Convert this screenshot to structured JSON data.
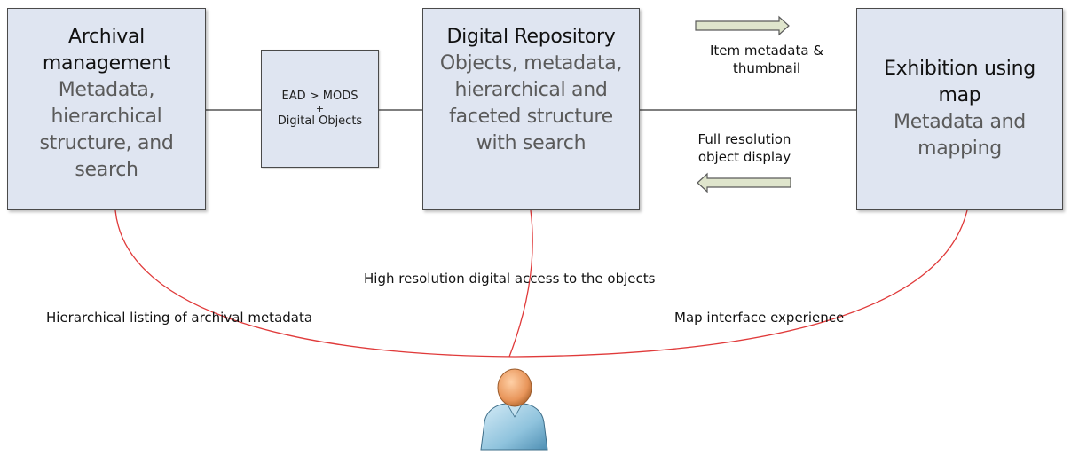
{
  "diagram": {
    "boxes": {
      "archival": {
        "title": "Archival management",
        "body": "Metadata, hierarchical structure, and search"
      },
      "ead": {
        "line1": "EAD > MODS",
        "plus": "+",
        "line2": "Digital Objects"
      },
      "repository": {
        "title": "Digital Repository",
        "body": "Objects, metadata, hierarchical and faceted structure with search"
      },
      "exhibition": {
        "title": "Exhibition using map",
        "body": "Metadata and mapping"
      }
    },
    "arrows": {
      "right": "Item metadata & thumbnail",
      "left": "Full resolution object display"
    },
    "user_links": {
      "archival": "Hierarchical listing of archival metadata",
      "repository": "High resolution digital access to the objects",
      "exhibition": "Map interface experience"
    },
    "colors": {
      "box_fill": "#dfe5f1",
      "box_border": "#4a4a4a",
      "connector": "#555555",
      "user_link": "#e03a3a",
      "arrow_fill": "#dfe5cc",
      "user_head": "#e8955a",
      "user_body": "#8fc3dd"
    },
    "icons": {
      "user": "user-icon",
      "arrow_right": "arrow-right-icon",
      "arrow_left": "arrow-left-icon"
    }
  }
}
